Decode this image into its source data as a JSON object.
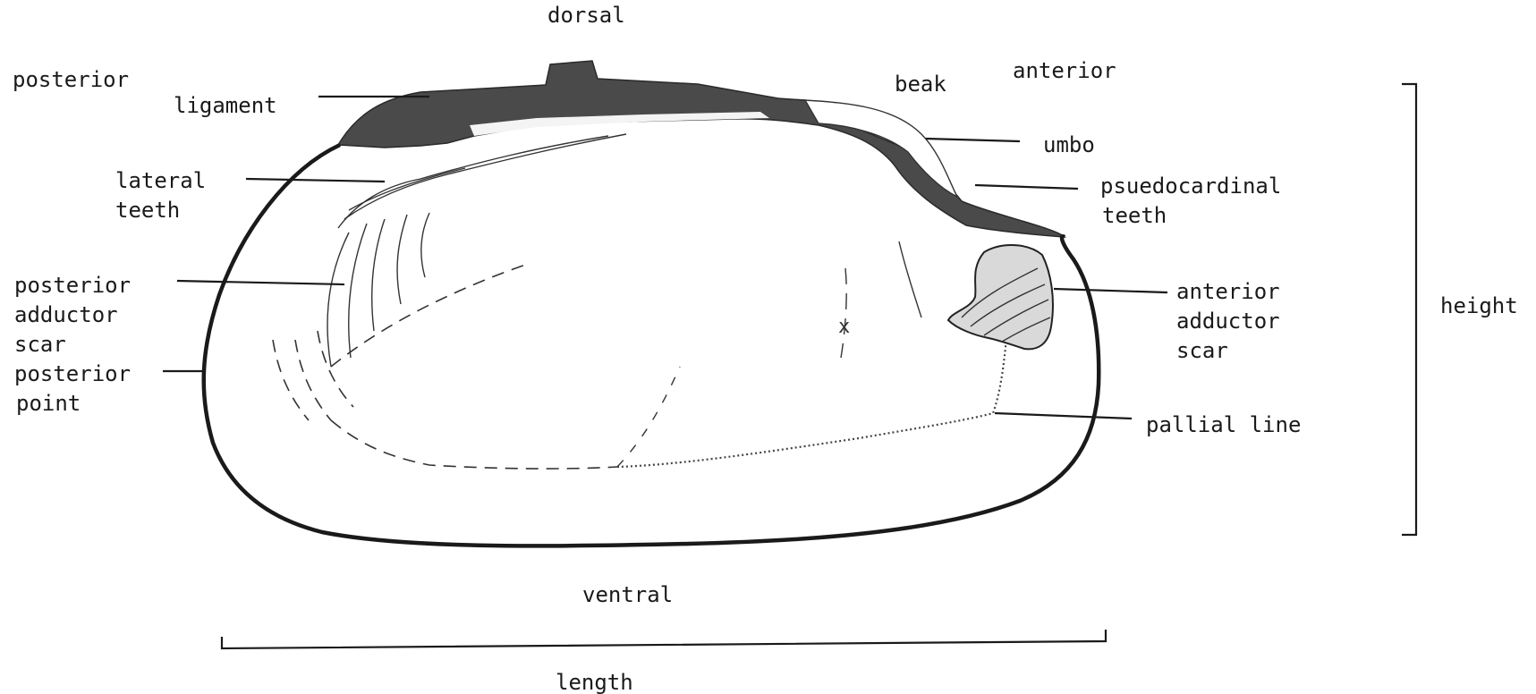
{
  "labels": {
    "dorsal": "dorsal",
    "posterior": "posterior",
    "ligament": "ligament",
    "beak": "beak",
    "anterior": "anterior",
    "umbo": "umbo",
    "lateral_teeth": [
      "lateral",
      "teeth"
    ],
    "psuedocardinal_teeth": [
      "psuedocardinal",
      "teeth"
    ],
    "posterior_adductor_scar": [
      "posterior",
      "adductor",
      "scar"
    ],
    "posterior_point": [
      "posterior",
      "point"
    ],
    "anterior_adductor_scar": [
      "anterior",
      "adductor",
      "scar"
    ],
    "height": "height",
    "pallial_line": "pallial line",
    "ventral": "ventral",
    "length": "length",
    "x_mark": "x"
  },
  "colors": {
    "ink": "#1a1a1a",
    "ligament_fill": "#4a4a4a",
    "background": "#ffffff"
  }
}
